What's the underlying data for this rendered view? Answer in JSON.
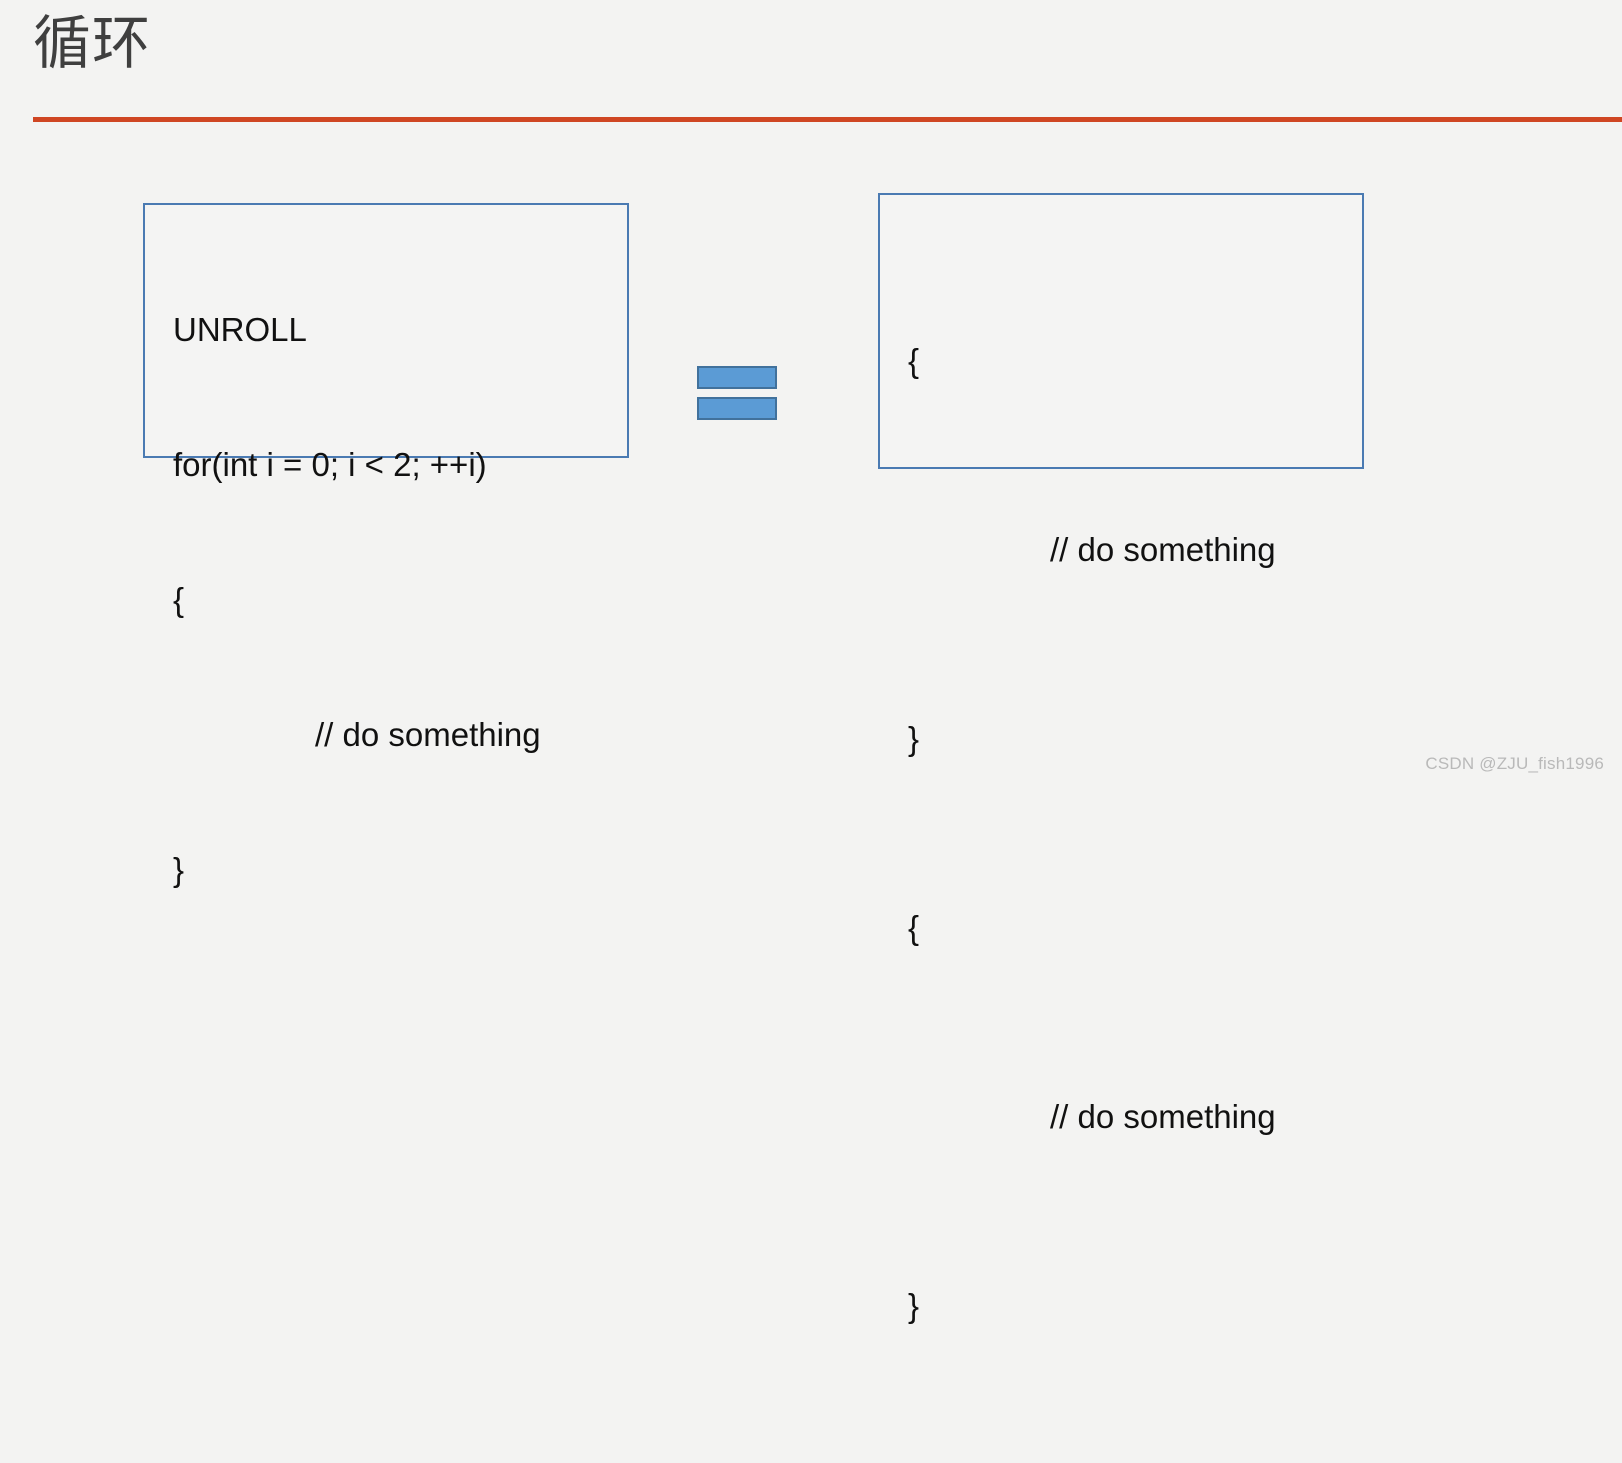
{
  "slide": {
    "background_color": "#f3f3f2",
    "title": "循环",
    "title_color": "#3f3f3f",
    "rule_color": "#cf4623"
  },
  "left_code_box": {
    "border_color": "#4a7ab2",
    "lines": [
      {
        "text": "UNROLL",
        "indent": false
      },
      {
        "text": "for(int i = 0; i < 2; ++i)",
        "indent": false
      },
      {
        "text": "{",
        "indent": false
      },
      {
        "text": "// do something",
        "indent": true
      },
      {
        "text": "}",
        "indent": false
      }
    ]
  },
  "right_code_box": {
    "border_color": "#4a7ab2",
    "lines": [
      {
        "text": "{",
        "indent": false
      },
      {
        "text": "// do something",
        "indent": true
      },
      {
        "text": "}",
        "indent": false
      },
      {
        "text": "{",
        "indent": false
      },
      {
        "text": "// do something",
        "indent": true
      },
      {
        "text": "}",
        "indent": false
      }
    ]
  },
  "equals_symbol": {
    "name": "equals-sign",
    "fill_color": "#5b9bd5",
    "stroke_color": "#41719c"
  },
  "watermark": {
    "text": "CSDN @ZJU_fish1996",
    "color": "#b9b9b9"
  }
}
